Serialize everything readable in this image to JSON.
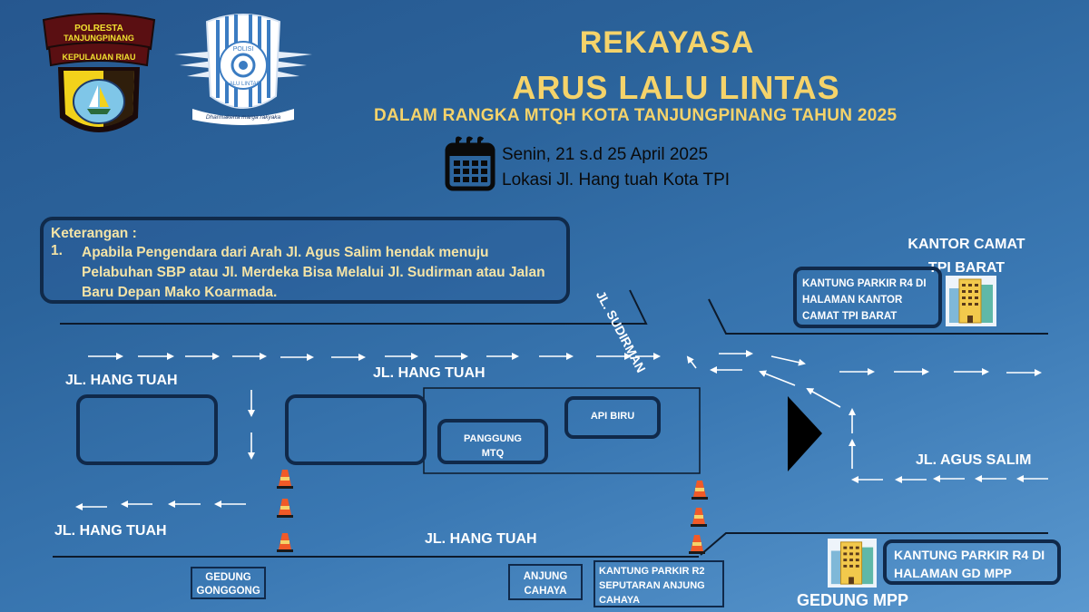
{
  "logos": {
    "polresta": {
      "line1": "POLRESTA",
      "line2": "TANJUNGPINANG",
      "line3": "KEPULAUAN RIAU"
    },
    "lantas": {
      "top": "POLISI",
      "bottom": "LALU LINTAS",
      "motto": "Dharmakerta marga rakyaka"
    }
  },
  "header": {
    "title_line1": "REKAYASA",
    "title_line2": "ARUS LALU LINTAS",
    "subtitle": "DALAM RANGKA MTQH KOTA TANJUNGPINANG TAHUN 2025",
    "date": "Senin, 21 s.d 25 April 2025",
    "location": "Lokasi Jl. Hang tuah Kota TPI",
    "icon": "calendar-icon"
  },
  "keterangan": {
    "heading": "Keterangan :",
    "items": [
      {
        "num": "1.",
        "text": "Apabila Pengendara dari Arah Jl. Agus Salim hendak menuju Pelabuhan SBP atau Jl. Merdeka Bisa Melalui Jl. Sudirman atau Jalan Baru Depan Mako Koarmada."
      }
    ]
  },
  "roads": {
    "hang_tuah_1": "JL. HANG TUAH",
    "hang_tuah_2": "JL. HANG TUAH",
    "hang_tuah_3": "JL. HANG TUAH",
    "hang_tuah_4": "JL. HANG TUAH",
    "sudirman": "JL. SUDIRMAN",
    "agus_salim": "JL. AGUS SALIM"
  },
  "places": {
    "kantor_camat": "KANTOR CAMAT TPI BARAT",
    "parkir_camat": "KANTUNG PARKIR R4 DI HALAMAN KANTOR CAMAT TPI BARAT",
    "panggung": "PANGGUNG MTQ",
    "api_biru": "API BIRU",
    "gedung_gonggong": "GEDUNG GONGGONG",
    "anjung_cahaya": "ANJUNG CAHAYA",
    "parkir_r2": "KANTUNG PARKIR R2 SEPUTARAN ANJUNG CAHAYA",
    "parkir_mpp": "KANTUNG PARKIR R4 DI HALAMAN GD MPP",
    "gedung_mpp": "GEDUNG MPP"
  },
  "colors": {
    "title_yellow": "#f5d36a",
    "note_text": "#f3e3a6",
    "box_border": "#10294a",
    "background_dark": "#26578f",
    "background_light": "#5a98cf",
    "cone_orange": "#f05a28"
  }
}
